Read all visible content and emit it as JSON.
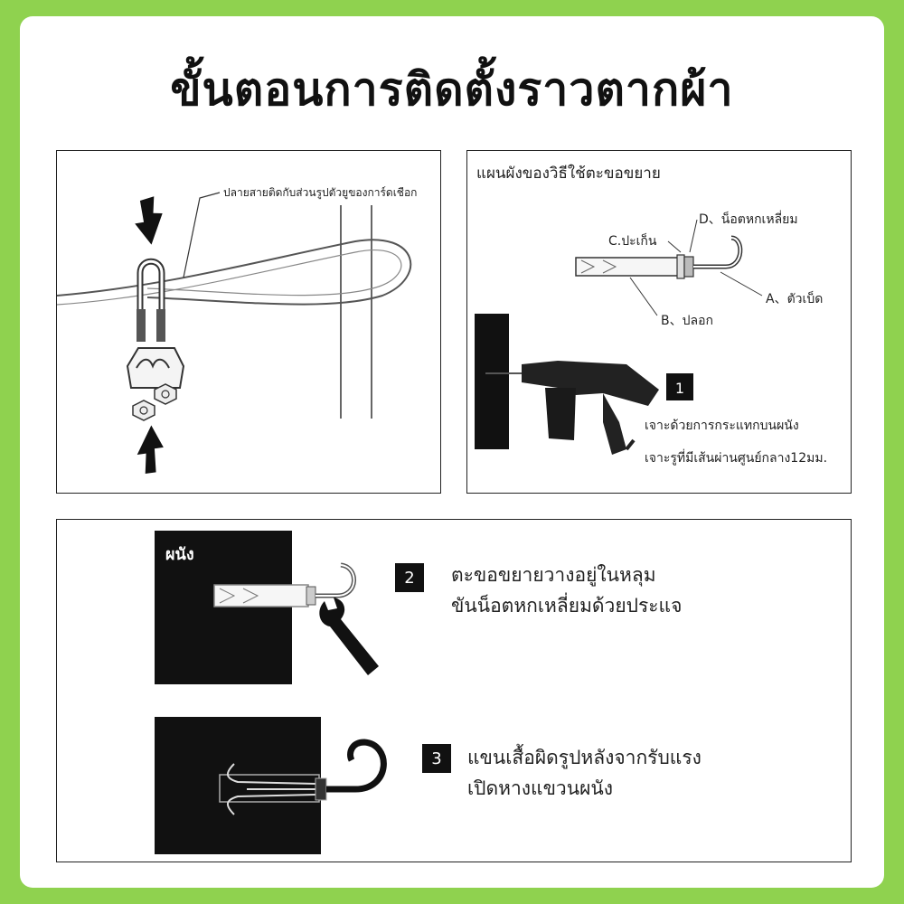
{
  "title": "ขั้นตอนการติดตั้งราวตากผ้า",
  "panel_rope": {
    "callout": "ปลายสายติดกับส่วนรูปตัวยูของการ์ดเชือก"
  },
  "panel_anchor": {
    "heading": "แผนผังของวิธีใช้ตะขอขยาย",
    "parts": {
      "d": "D、น็อตหกเหลี่ยม",
      "c": "C.ปะเก็น",
      "a": "A、ตัวเบ็ด",
      "b": "B、ปลอก"
    },
    "step1": {
      "number": "1",
      "line1": "เจาะด้วยการกระแทกบนผนัง",
      "line2": "เจาะรูที่มีเส้นผ่านศูนย์กลาง12มม."
    }
  },
  "panel_steps": {
    "wall_label": "ผนัง",
    "step2": {
      "number": "2",
      "line1": "ตะขอขยายวางอยู่ในหลุม",
      "line2": "ขันน็อตหกเหลี่ยมด้วยประแจ"
    },
    "step3": {
      "number": "3",
      "line1": "แขนเสื้อผิดรูปหลังจากรับแรง",
      "line2": "เปิดหางแขวนผนัง"
    }
  }
}
